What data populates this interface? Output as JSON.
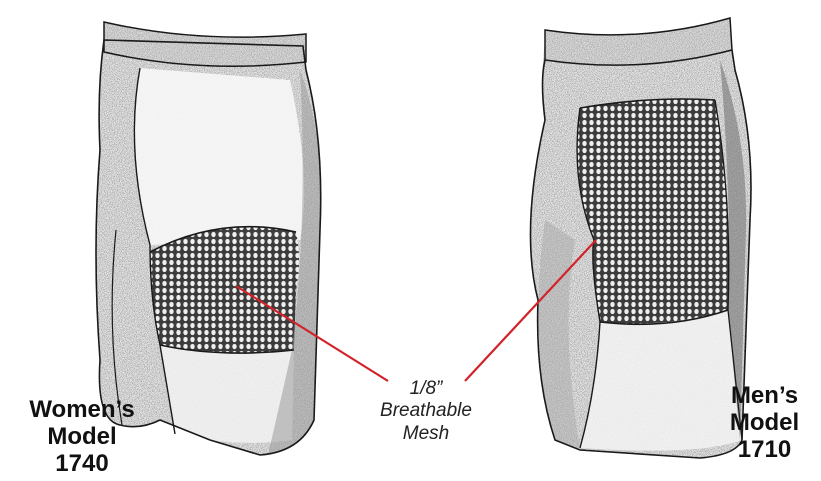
{
  "women": {
    "line1": "Women’s",
    "line2": "Model",
    "line3": "1740"
  },
  "men": {
    "line1": "Men’s",
    "line2": "Model",
    "line3": "1710"
  },
  "callout": {
    "line1": "1/8”",
    "line2": "Breathable",
    "line3": "Mesh"
  },
  "colors": {
    "leader_line": "#d2232a",
    "ink": "#1a1a1a",
    "background": "#ffffff"
  },
  "illustrations": [
    "women-shorts-illustration",
    "men-shorts-illustration"
  ]
}
